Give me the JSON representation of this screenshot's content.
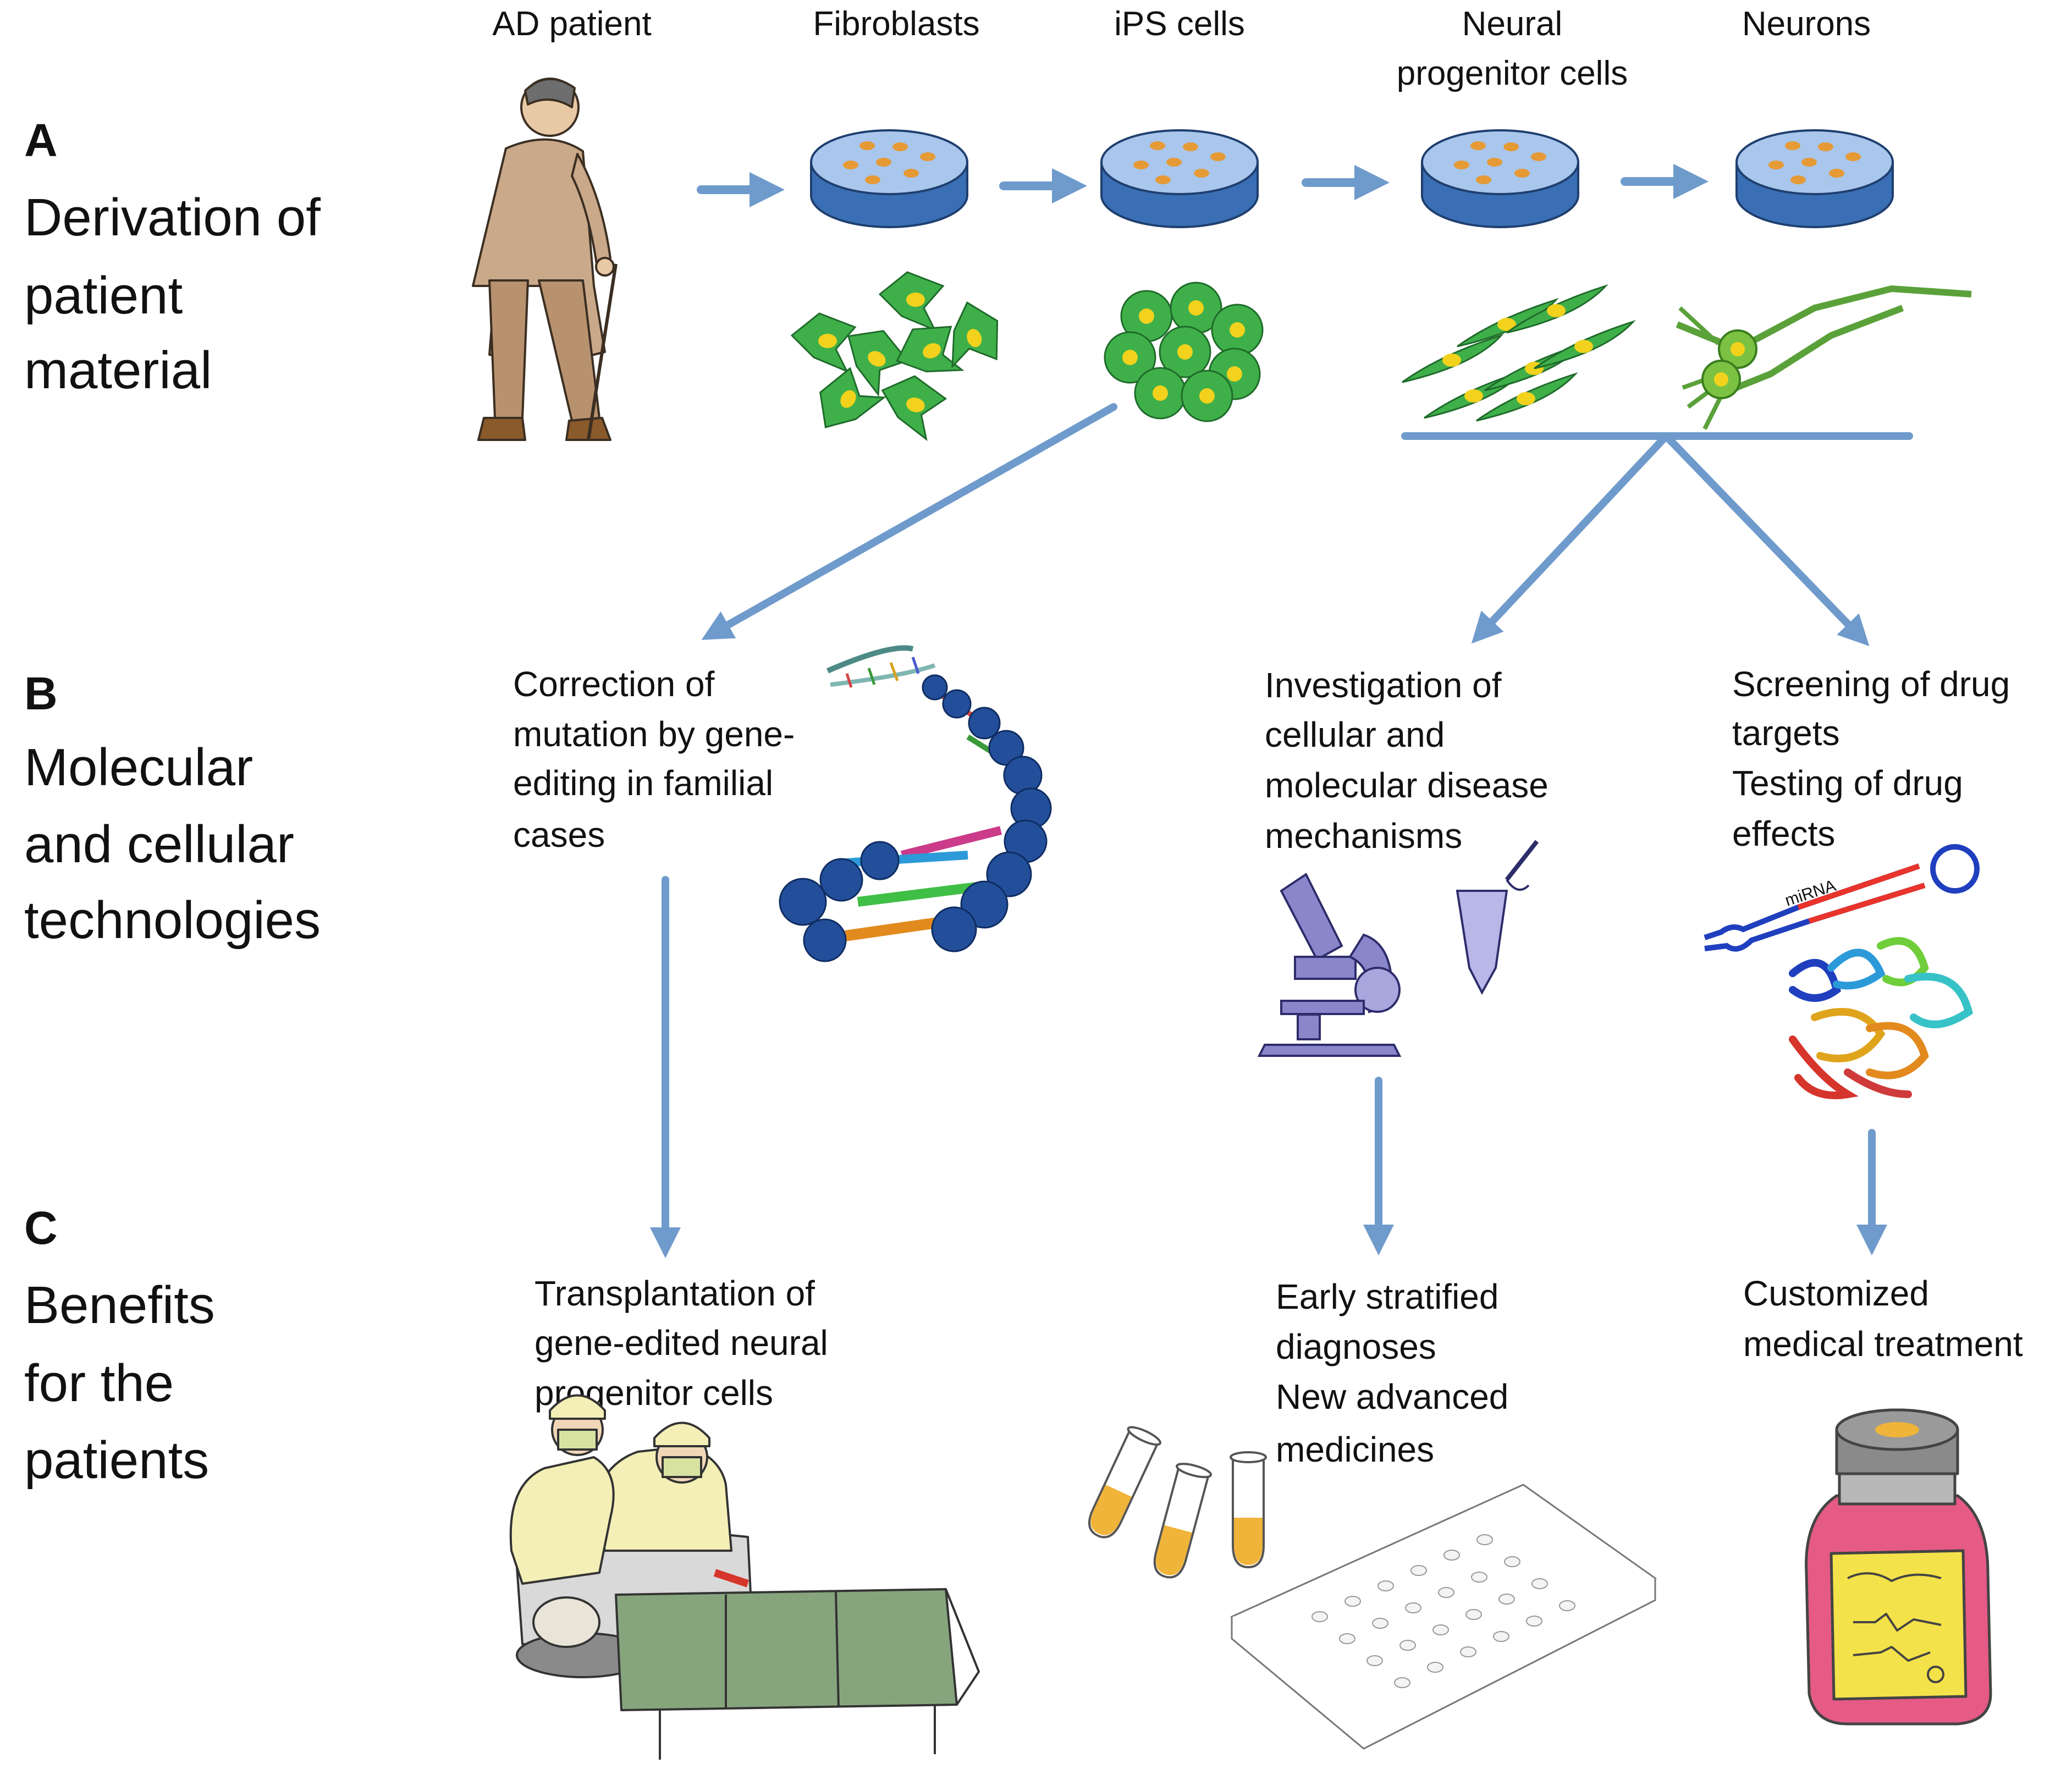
{
  "rows": [
    {
      "letter": "A",
      "title": [
        "Derivation of",
        "patient",
        "material"
      ]
    },
    {
      "letter": "B",
      "title": [
        "Molecular",
        "and cellular",
        "technologies"
      ]
    },
    {
      "letter": "C",
      "title": [
        "Benefits",
        "for the",
        "patients"
      ]
    }
  ],
  "pipeline": {
    "stages": [
      {
        "label": [
          "AD patient"
        ]
      },
      {
        "label": [
          "Fibroblasts"
        ]
      },
      {
        "label": [
          "iPS cells"
        ]
      },
      {
        "label": [
          "Neural",
          "progenitor cells"
        ]
      },
      {
        "label": [
          "Neurons"
        ]
      }
    ]
  },
  "technologies": [
    {
      "text": [
        "Correction of",
        "mutation by gene-",
        "editing in familial",
        "cases"
      ]
    },
    {
      "text": [
        "Investigation of",
        "cellular and",
        "molecular disease",
        "mechanisms"
      ]
    },
    {
      "text": [
        "Screening of drug",
        "targets",
        "Testing of drug",
        "effects"
      ]
    }
  ],
  "benefits": [
    {
      "text": [
        "Transplantation of",
        "gene-edited neural",
        "progenitor cells"
      ]
    },
    {
      "text": [
        "Early stratified",
        "diagnoses",
        "New advanced",
        "medicines"
      ]
    },
    {
      "text": [
        "Customized",
        "medical treatment"
      ]
    }
  ],
  "mirna_label": "miRNA",
  "colors": {
    "arrow": "#6f9bcc",
    "dish_top": "#a9c6ec",
    "dish_side": "#3a6fb5",
    "cell_green": "#3faf4a",
    "nucleus": "#f2d21c",
    "skin": "#c9a989",
    "gown": "#f3efb6",
    "drape": "#86a57c",
    "bottle": "#e65a86",
    "label_yellow": "#f4e24a"
  }
}
